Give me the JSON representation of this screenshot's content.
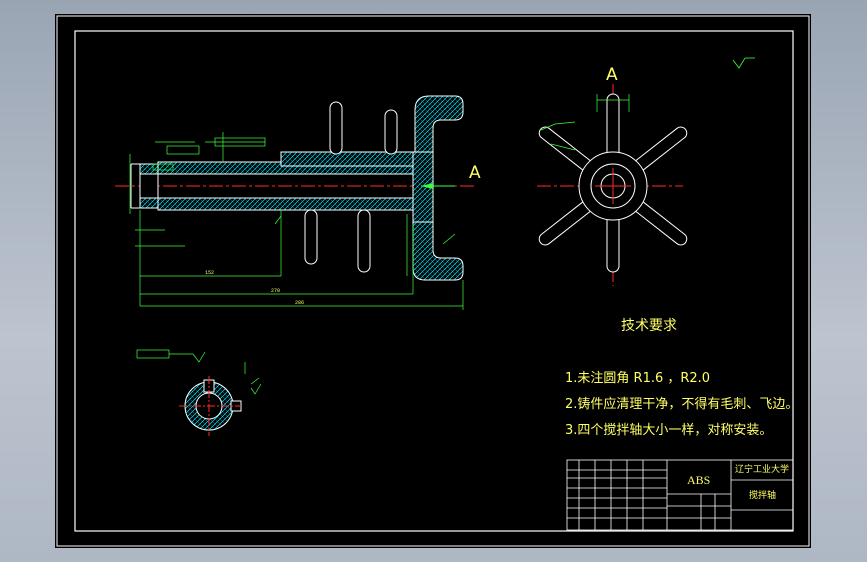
{
  "drawing": {
    "section_arrow_label": "A",
    "view_label": "A",
    "tech_title": "技术要求",
    "notes": [
      "1.未注圆角 R1.6 ，R2.0",
      "2.铸件应清理干净，不得有毛刺、飞边。",
      "3.四个搅拌轴大小一样，对称安装。"
    ],
    "dim_152": "152",
    "dim_270": "270",
    "dim_286": "286"
  },
  "title_block": {
    "material": "ABS",
    "school": "辽宁工业大学",
    "part_name": "搅拌轴"
  },
  "colors": {
    "frame": "#ffffff",
    "geometry": "#ffffff",
    "centerline": "#ff2a2a",
    "dimension": "#3cff3c",
    "text": "#ffff66",
    "hatch": "#00e5ff"
  }
}
